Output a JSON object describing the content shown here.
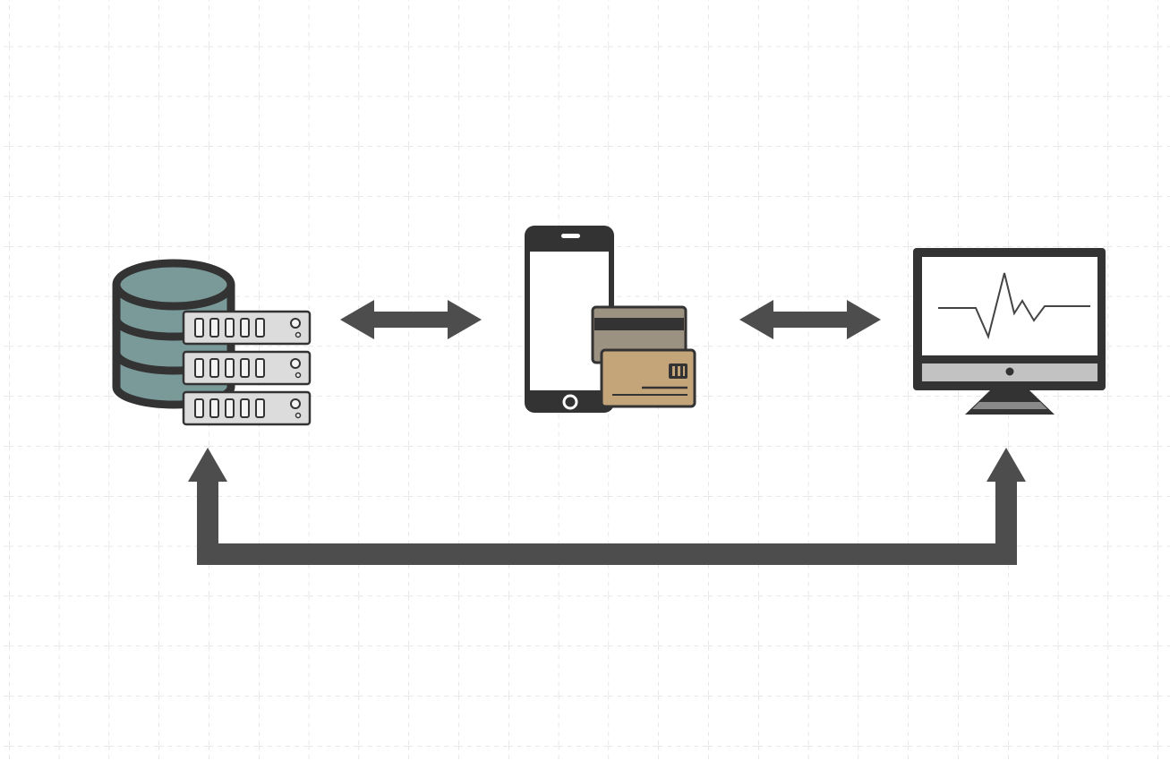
{
  "diagram": {
    "nodes": [
      {
        "id": "database-server",
        "icon": "database-server-icon"
      },
      {
        "id": "mobile-payment",
        "icon": "smartphone-with-cards-icon"
      },
      {
        "id": "monitor",
        "icon": "desktop-monitor-icon"
      }
    ],
    "connections": [
      {
        "from": "database-server",
        "to": "mobile-payment",
        "style": "double-arrow"
      },
      {
        "from": "mobile-payment",
        "to": "monitor",
        "style": "double-arrow"
      },
      {
        "from": "database-server",
        "to": "monitor",
        "style": "u-shaped-double-arrow"
      }
    ]
  },
  "colors": {
    "background": "#ffffff",
    "grid": "#c9c9c9",
    "outline": "#333333",
    "arrow": "#4d4d4d",
    "database_fill": "#7a9999",
    "server_fill": "#dcdcdc",
    "card_back": "#9c9282",
    "card_front": "#c4a57a",
    "monitor_bezel": "#c2c2c2"
  }
}
